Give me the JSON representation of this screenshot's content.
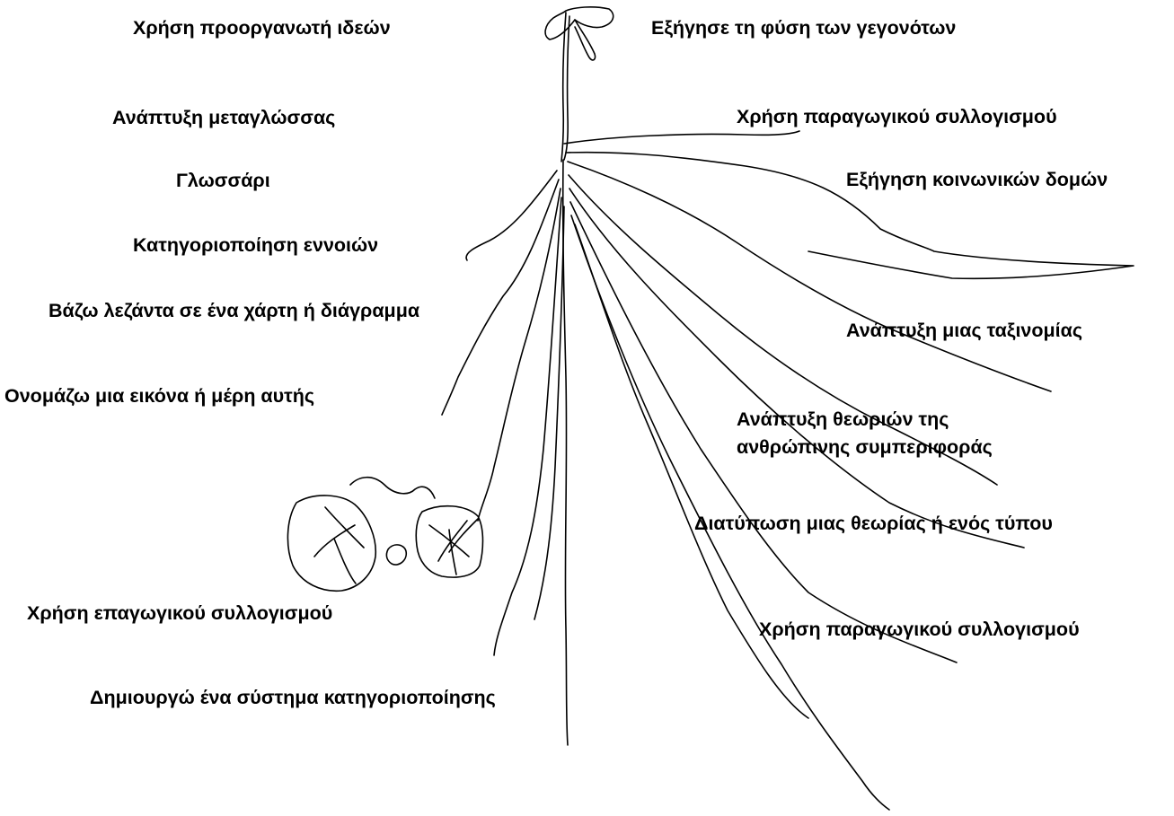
{
  "left_labels": [
    "Χρήση προοργανωτή ιδεών",
    "Ανάπτυξη μεταγλώσσας",
    "Γλωσσάρι",
    "Κατηγοριοποίηση εννοιών",
    "Βάζω λεζάντα σε ένα χάρτη ή διάγραμμα",
    "Ονομάζω μια εικόνα ή μέρη αυτής",
    "Χρήση επαγωγικού συλλογισμού",
    "Δημιουργώ ένα σύστημα κατηγοριοποίησης"
  ],
  "right_labels": [
    "Εξήγησε τη φύση των γεγονότων",
    "Χρήση παραγωγικού συλλογισμού",
    "Εξήγηση κοινωνικών δομών",
    "Ανάπτυξη μιας ταξινομίας",
    "Ανάπτυξη θεωριών της ανθρώπινης συμπεριφοράς",
    "Διατύπωση μιας θεωρίας ή ενός τύπου",
    "Χρήση παραγωγικού συλλογισμού"
  ]
}
